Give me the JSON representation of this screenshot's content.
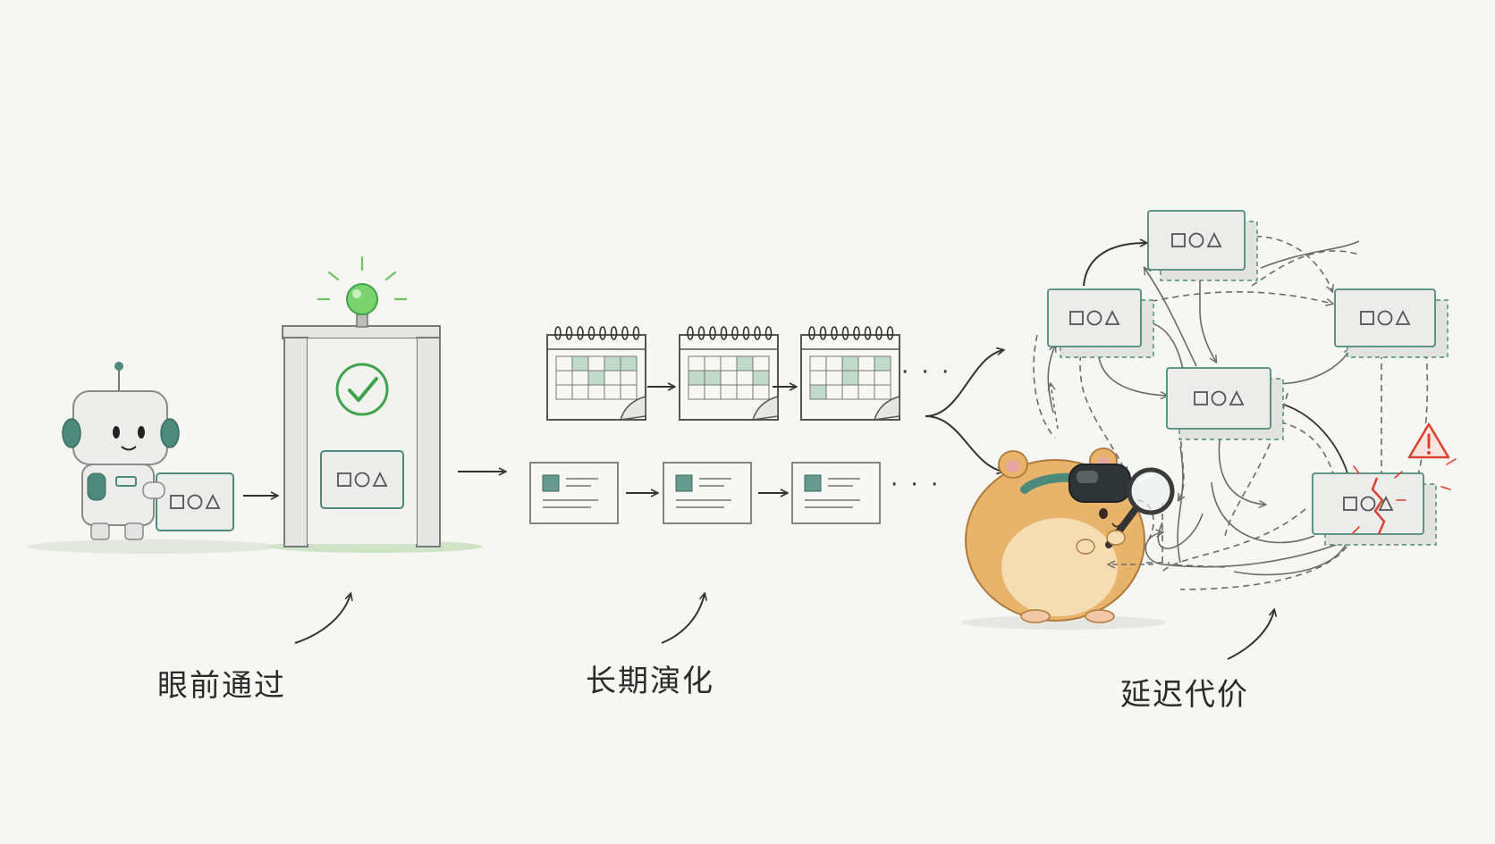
{
  "captions": {
    "immediate_pass": "眼前通过",
    "long_term_evolution": "长期演化",
    "delayed_cost": "延迟代价"
  },
  "ellipsis": "· · ·",
  "card_shapes": [
    "square",
    "circle",
    "triangle"
  ],
  "icons": {
    "robot": "robot-icon",
    "gate": "checkpoint-gate-icon",
    "light": "green-light-icon",
    "check": "checkmark-icon",
    "calendar": "calendar-icon",
    "document": "document-card-icon",
    "hamster": "hamster-icon",
    "goggles": "goggles-icon",
    "magnifier": "magnifying-glass-icon",
    "warning": "warning-icon"
  },
  "colors": {
    "accent_teal": "#4d8a7c",
    "soft_green": "#a9cfb9",
    "pass_green": "#3fa34d",
    "light_green": "#7bd36e",
    "warning_red": "#d9432e",
    "hamster_orange": "#e2a55c",
    "line_gray": "#6b6b6b",
    "card_fill": "#ececea"
  }
}
